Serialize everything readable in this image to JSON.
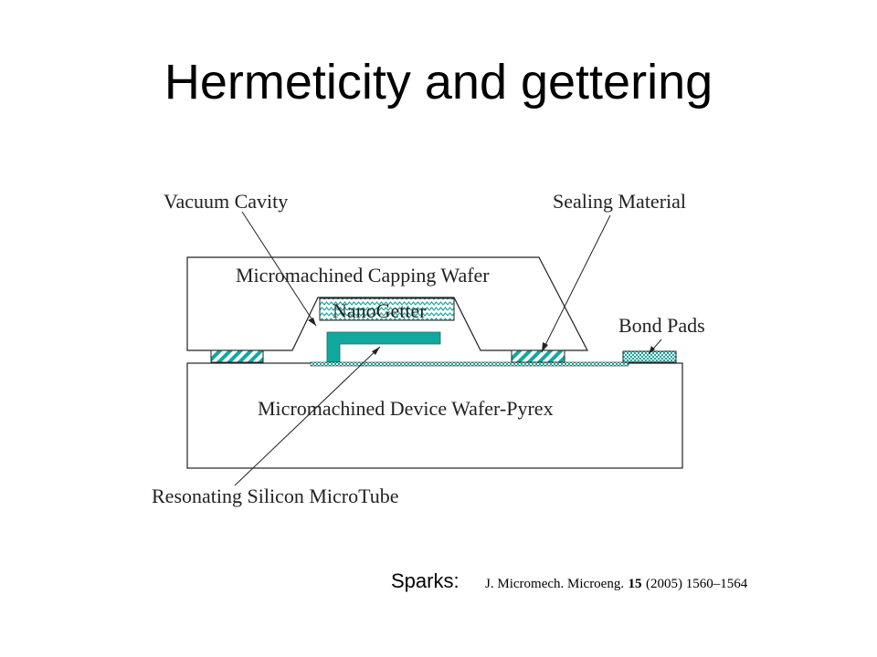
{
  "slide": {
    "title": "Hermeticity and gettering"
  },
  "diagram": {
    "labels": {
      "vacuum_cavity": "Vacuum Cavity",
      "sealing_material": "Sealing Material",
      "capping_wafer": "Micromachined Capping Wafer",
      "nanogetter": "NanoGetter",
      "bond_pads": "Bond Pads",
      "device_wafer": "Micromachined Device Wafer-Pyrex",
      "microtube": "Resonating Silicon MicroTube"
    },
    "colors": {
      "teal": "#13a89e",
      "outline": "#222222"
    }
  },
  "citation": {
    "prefix": "Sparks:",
    "journal": "J. Micromech. Microeng.",
    "volume": "15",
    "details": "(2005) 1560–1564"
  }
}
